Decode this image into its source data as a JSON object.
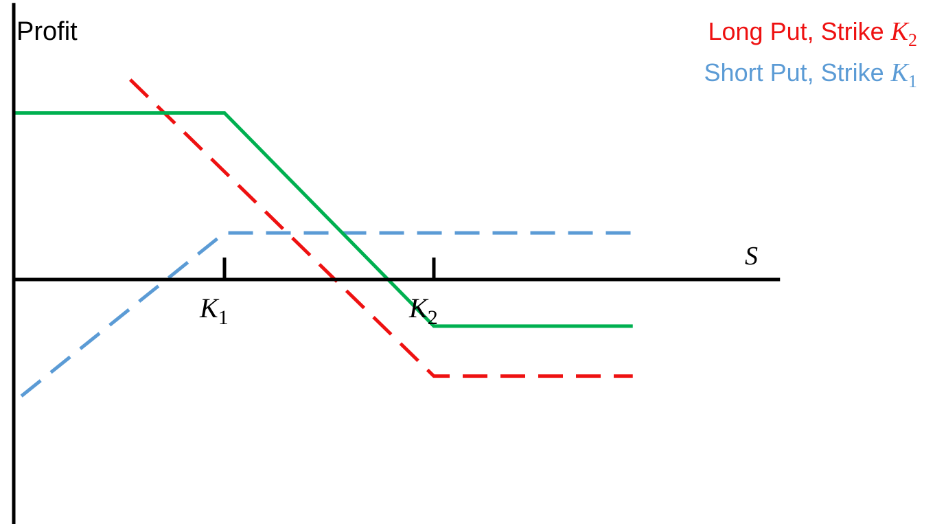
{
  "chart_data": {
    "type": "line",
    "ylabel": "Profit",
    "xlabel": "S",
    "ticks": [
      {
        "name": "K1",
        "symbol": "K",
        "subscript": "1",
        "x": 1
      },
      {
        "name": "K2",
        "symbol": "K",
        "subscript": "2",
        "x": 2
      }
    ],
    "xlim": [
      0,
      3.85
    ],
    "ylim": [
      -3.9,
      4.1
    ],
    "series": [
      {
        "name": "Long Put, Strike K2",
        "label_text": "Long Put, Strike ",
        "label_symbol": "K",
        "label_subscript": "2",
        "color": "#ee1111",
        "style": "dashed",
        "x": [
          0.55,
          2.0,
          2.95
        ],
        "y": [
          3.0,
          -1.45,
          -1.45
        ]
      },
      {
        "name": "Short Put, Strike K1",
        "label_text": "Short Put, Strike ",
        "label_symbol": "K",
        "label_subscript": "1",
        "color": "#5b9bd5",
        "style": "dashed",
        "x": [
          0.03,
          1.0,
          2.95
        ],
        "y": [
          -1.75,
          0.7,
          0.7
        ]
      },
      {
        "name": "",
        "color": "#00b050",
        "style": "solid",
        "x": [
          0.0,
          1.0,
          2.0,
          2.95
        ],
        "y": [
          2.5,
          2.5,
          -0.7,
          -0.7
        ]
      }
    ]
  }
}
